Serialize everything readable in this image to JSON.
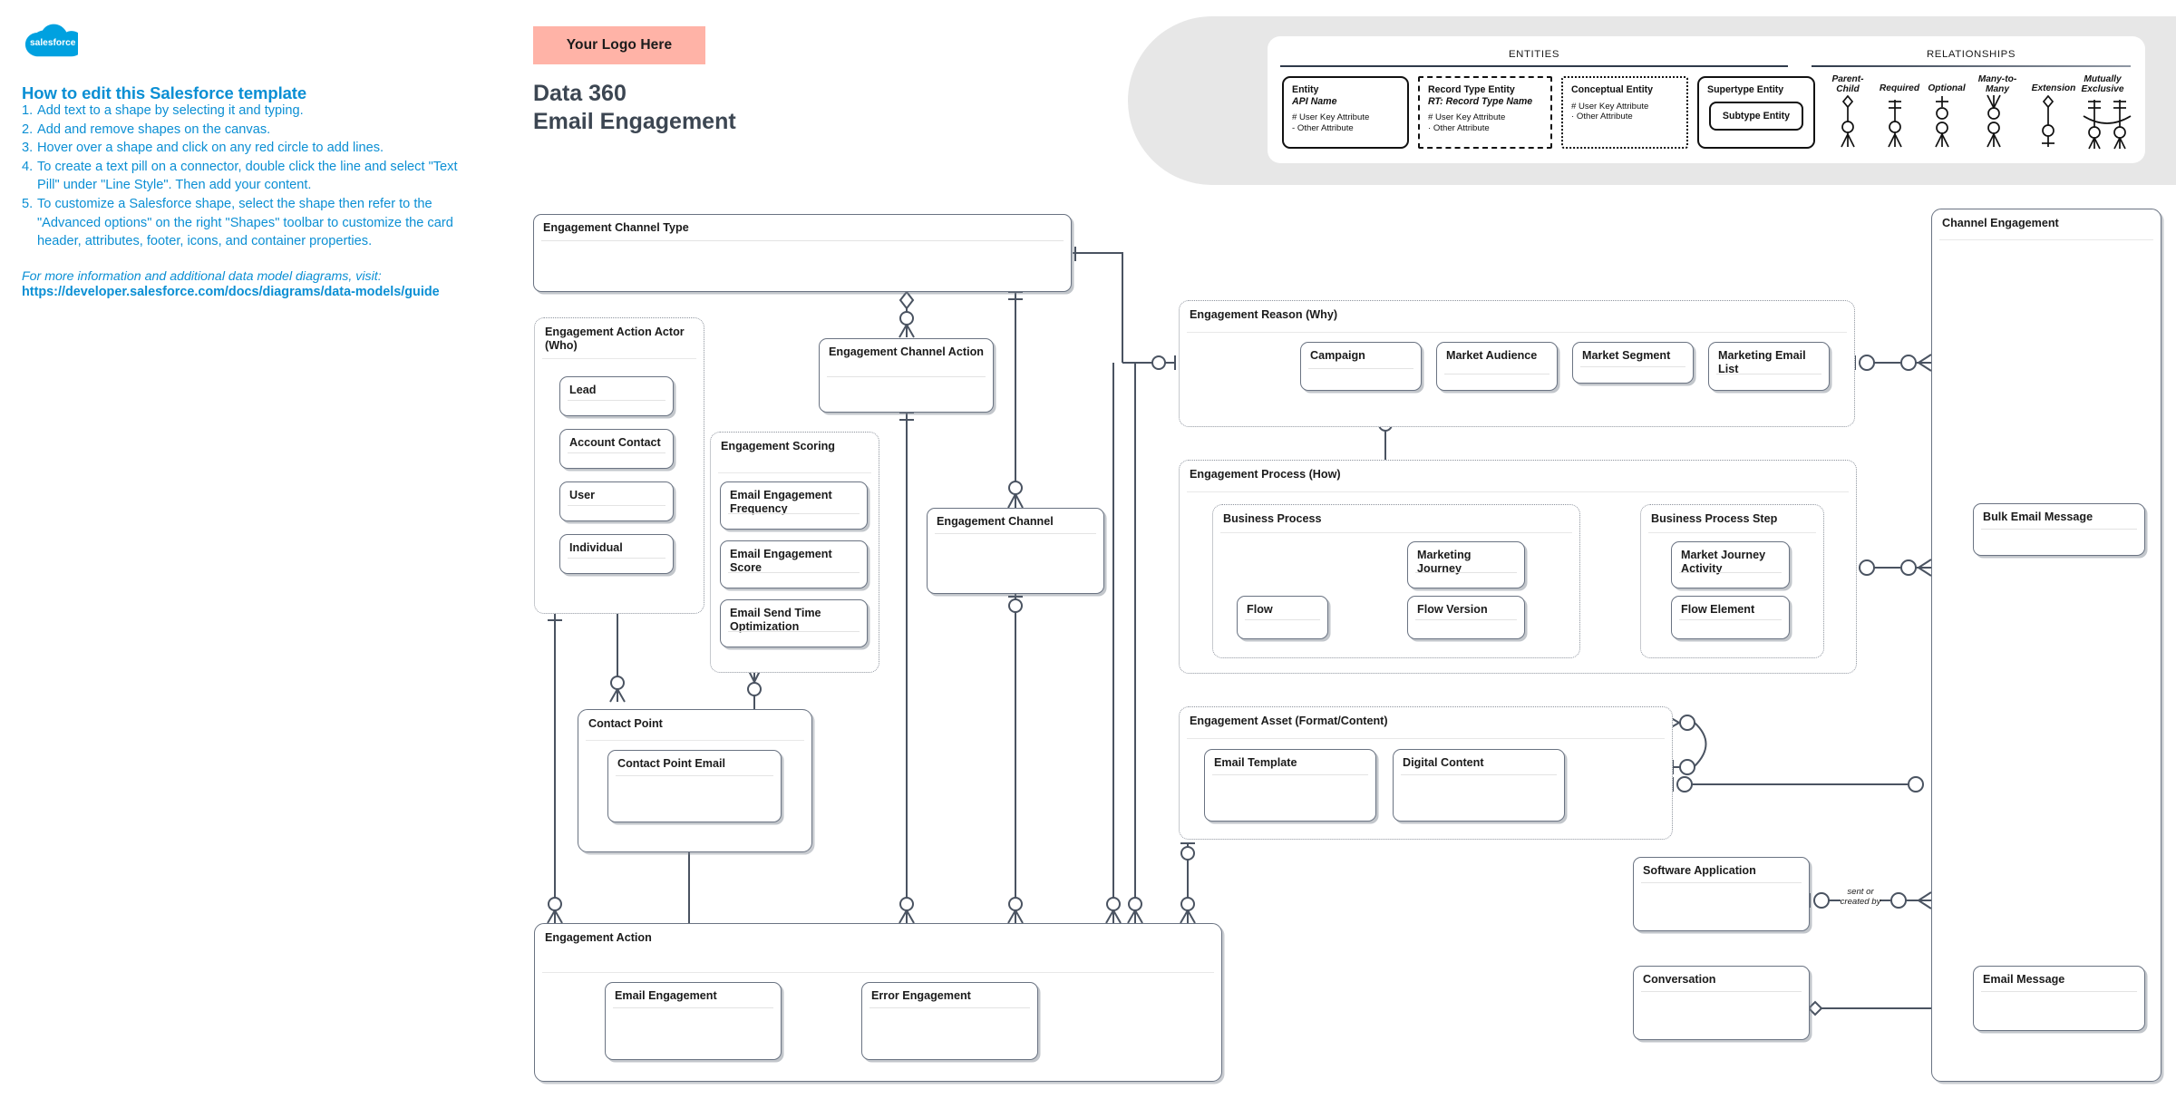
{
  "brand": {
    "logo_name": "salesforce-cloud-logo",
    "accent": "#0b8fd4",
    "chip_color": "#ffb3a7",
    "ink": "#3c4652"
  },
  "instructions": {
    "title": "How to edit this Salesforce template",
    "steps": [
      {
        "num": "1.",
        "text": "Add text to a shape by selecting it and typing."
      },
      {
        "num": "2.",
        "text": "Add and remove shapes on the canvas."
      },
      {
        "num": "3.",
        "text": "Hover over a shape and click on any red circle to add lines."
      },
      {
        "num": "4.",
        "text": "To create a text pill on a connector, double click the line and select \"Text Pill\" under \"Line Style\". Then add your content."
      },
      {
        "num": "5.",
        "text": "To customize a Salesforce shape, select the shape then refer to the \"Advanced options\" on the right \"Shapes\" toolbar to customize the card header, attributes, footer, icons, and container properties."
      }
    ],
    "more_info": "For more information and additional data model diagrams, visit:",
    "url": "https://developer.salesforce.com/docs/diagrams/data-models/guide"
  },
  "header": {
    "logo_placeholder": "Your Logo Here",
    "title_line1": "Data 360",
    "title_line2": "Email Engagement"
  },
  "legend": {
    "entities_heading": "ENTITIES",
    "relationships_heading": "RELATIONSHIPS",
    "entity_samples": [
      {
        "name": "Entity",
        "sub": "API Name",
        "attr1": "# User Key Attribute",
        "attr2": "- Other Attribute",
        "border": "solid"
      },
      {
        "name": "Record Type Entity",
        "sub": "RT: Record Type Name",
        "attr1": "# User Key Attribute",
        "attr2": "· Other Attribute",
        "border": "dashed"
      },
      {
        "name": "Conceptual Entity",
        "sub": "",
        "attr1": "# User Key Attribute",
        "attr2": "· Other Attribute",
        "border": "dotted"
      },
      {
        "name": "Supertype Entity",
        "sub": "",
        "attr1": "",
        "attr2": "",
        "border": "solid",
        "child": "Subtype Entity"
      }
    ],
    "relationship_types": [
      {
        "line1": "Parent-",
        "line2": "Child"
      },
      {
        "line1": "Required",
        "line2": ""
      },
      {
        "line1": "Optional",
        "line2": ""
      },
      {
        "line1": "Many-to-",
        "line2": "Many"
      },
      {
        "line1": "Extension",
        "line2": ""
      },
      {
        "line1": "Mutually",
        "line2": "Exclusive"
      }
    ]
  },
  "diagram": {
    "entities": {
      "engagement_channel_type": "Engagement Channel Type",
      "engagement_channel_action": "Engagement Channel Action",
      "engagement_channel": "Engagement Channel",
      "lead": "Lead",
      "account_contact": "Account Contact",
      "user": "User",
      "individual": "Individual",
      "email_engagement_frequency": "Email Engagement Frequency",
      "email_engagement_score": "Email Engagement Score",
      "email_send_time_optimization": "Email Send Time Optimization",
      "contact_point_email": "Contact Point Email",
      "email_engagement": "Email Engagement",
      "error_engagement": "Error Engagement",
      "campaign": "Campaign",
      "market_audience": "Market Audience",
      "market_segment": "Market Segment",
      "marketing_email_list": "Marketing Email List",
      "marketing_journey": "Marketing Journey",
      "flow": "Flow",
      "flow_version": "Flow Version",
      "market_journey_activity": "Market Journey Activity",
      "flow_element": "Flow Element",
      "email_template": "Email Template",
      "digital_content": "Digital Content",
      "software_application": "Software Application",
      "conversation": "Conversation",
      "bulk_email_message": "Bulk Email Message",
      "email_message": "Email Message"
    },
    "containers": {
      "engagement_action_actor": "Engagement Action Actor (Who)",
      "engagement_scoring": "Engagement Scoring",
      "contact_point": "Contact Point",
      "engagement_action": "Engagement Action",
      "engagement_reason": "Engagement Reason (Why)",
      "engagement_process": "Engagement Process (How)",
      "business_process": "Business Process",
      "business_process_step": "Business Process Step",
      "engagement_asset": "Engagement Asset (Format/Content)",
      "channel_engagement": "Channel Engagement"
    },
    "connector_labels": {
      "sent_or_created_by_l1": "sent or",
      "sent_or_created_by_l2": "created by"
    }
  }
}
